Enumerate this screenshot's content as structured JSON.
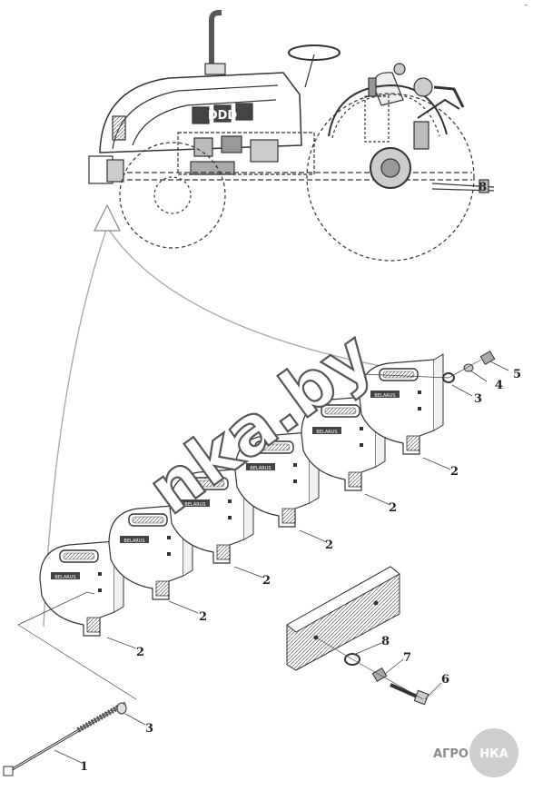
{
  "corner_mark": "–",
  "watermark": "nka.by",
  "logo": {
    "left": "АГРО",
    "right": "НКА",
    "color_dark": "#8a8a8a",
    "color_light": "#d4d4d4"
  },
  "grille_text": "DDD",
  "plate_brand": "BELARUS",
  "parts": [
    {
      "label": "1"
    },
    {
      "label": "2"
    },
    {
      "label": "2"
    },
    {
      "label": "2"
    },
    {
      "label": "2"
    },
    {
      "label": "2"
    },
    {
      "label": "2"
    },
    {
      "label": "3"
    },
    {
      "label": "3"
    },
    {
      "label": "4"
    },
    {
      "label": "5"
    },
    {
      "label": "6"
    },
    {
      "label": "7"
    },
    {
      "label": "8"
    },
    {
      "label": "8"
    }
  ]
}
